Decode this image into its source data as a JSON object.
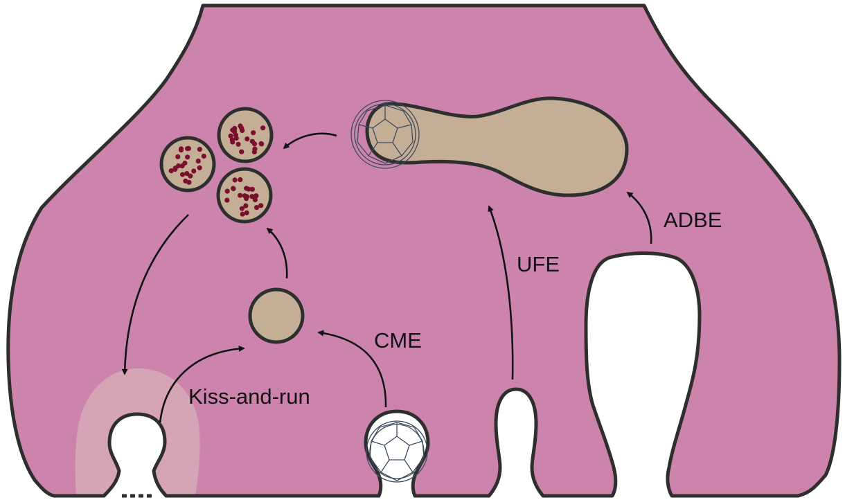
{
  "labels": {
    "kiss_and_run": "Kiss-and-run",
    "cme": "CME",
    "ufe": "UFE",
    "adbe": "ADBE"
  },
  "colors": {
    "terminal": "#cd84ac",
    "vesicle": "#c4ae96",
    "cargo_dots": "#7a0f2d",
    "outline": "#2e2e2e",
    "clathrin": "#3c4a5c",
    "halo": "#d6a9b9"
  },
  "icons": [
    "clathrin-coat-icon",
    "arrow-icon"
  ]
}
